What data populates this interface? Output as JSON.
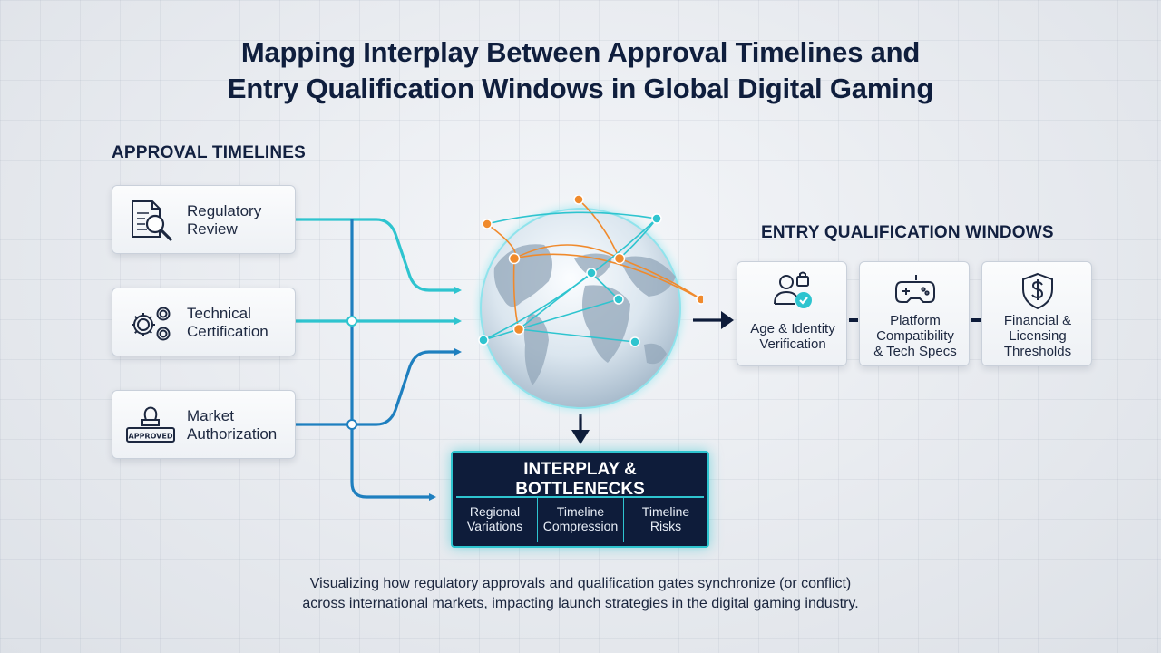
{
  "title": {
    "line1": "Mapping Interplay Between Approval Timelines and",
    "line2": "Entry Qualification Windows in Global Digital Gaming"
  },
  "approval": {
    "heading": "APPROVAL TIMELINES",
    "items": [
      {
        "line1": "Regulatory",
        "line2": "Review",
        "icon": "magnifier-document-icon"
      },
      {
        "line1": "Technical",
        "line2": "Certification",
        "icon": "gears-icon"
      },
      {
        "line1": "Market",
        "line2": "Authorization",
        "icon": "approved-stamp-icon",
        "stamp_text": "APPROVED"
      }
    ]
  },
  "entry": {
    "heading": "ENTRY QUALIFICATION WINDOWS",
    "items": [
      {
        "line1": "Age & Identity",
        "line2": "Verification",
        "line3": "",
        "icon": "user-lock-check-icon"
      },
      {
        "line1": "Platform",
        "line2": "Compatibility",
        "line3": "& Tech Specs",
        "icon": "gamepad-icon"
      },
      {
        "line1": "Financial &",
        "line2": "Licensing",
        "line3": "Thresholds",
        "icon": "dollar-shield-icon"
      }
    ]
  },
  "interplay": {
    "line1": "INTERPLAY &",
    "line2": "BOTTLENECKS",
    "cells": [
      {
        "line1": "Regional",
        "line2": "Variations"
      },
      {
        "line1": "Timeline",
        "line2": "Compression"
      },
      {
        "line1": "Timeline",
        "line2": "Risks"
      }
    ]
  },
  "caption": {
    "line1": "Visualizing how regulatory approvals and qualification gates synchronize (or conflict)",
    "line2": "across international markets, impacting launch strategies in the digital gaming industry."
  },
  "colors": {
    "teal": "#2ec4cf",
    "blue": "#1e7fbf",
    "navy": "#0e1c3a",
    "orange": "#f08a2c"
  }
}
